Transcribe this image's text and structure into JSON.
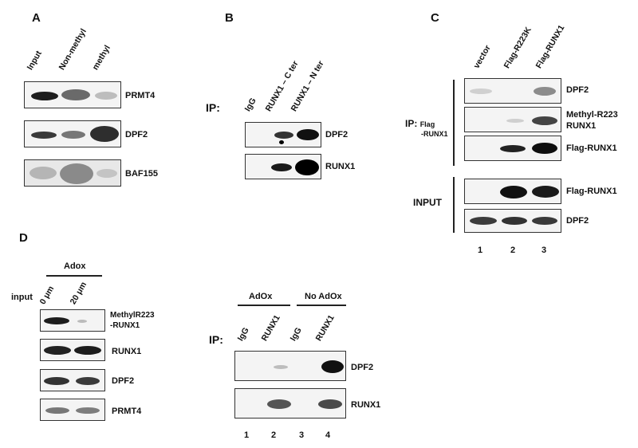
{
  "panelA": {
    "letter": "A",
    "lanes": [
      "Input",
      "Non-methyl",
      "methyl"
    ],
    "rows": [
      "PRMT4",
      "DPF2",
      "BAF155"
    ]
  },
  "panelB": {
    "letter": "B",
    "ip": "IP:",
    "lanes": [
      "IgG",
      "RUNX1 – C ter",
      "RUNX1 – N ter"
    ],
    "rows": [
      "DPF2",
      "RUNX1"
    ]
  },
  "panelC": {
    "letter": "C",
    "lanes": [
      "vector",
      "Flag-R223K",
      "Flag-RUNX1"
    ],
    "ip_prefix": "IP:",
    "ip_flag": "Flag",
    "ip_runx1": "-RUNX1",
    "rows_ip": [
      "DPF2",
      "Methyl-R223",
      "RUNX1",
      "Flag-RUNX1"
    ],
    "input_label": "INPUT",
    "rows_input": [
      "Flag-RUNX1",
      "DPF2"
    ],
    "lane_numbers": [
      "1",
      "2",
      "3"
    ]
  },
  "panelD": {
    "letter": "D",
    "adox": "Adox",
    "input": "input",
    "lanes": [
      "0 μm",
      "20 μm"
    ],
    "rows": [
      "MethylR223",
      "-RUNX1",
      "RUNX1",
      "DPF2",
      "PRMT4"
    ]
  },
  "panelE": {
    "group1": "AdOx",
    "group2": "No AdOx",
    "ip": "IP:",
    "lanes": [
      "IgG",
      "RUNX1",
      "IgG",
      "RUNX1"
    ],
    "rows": [
      "DPF2",
      "RUNX1"
    ],
    "lane_numbers": [
      "1",
      "2",
      "3",
      "4"
    ]
  }
}
